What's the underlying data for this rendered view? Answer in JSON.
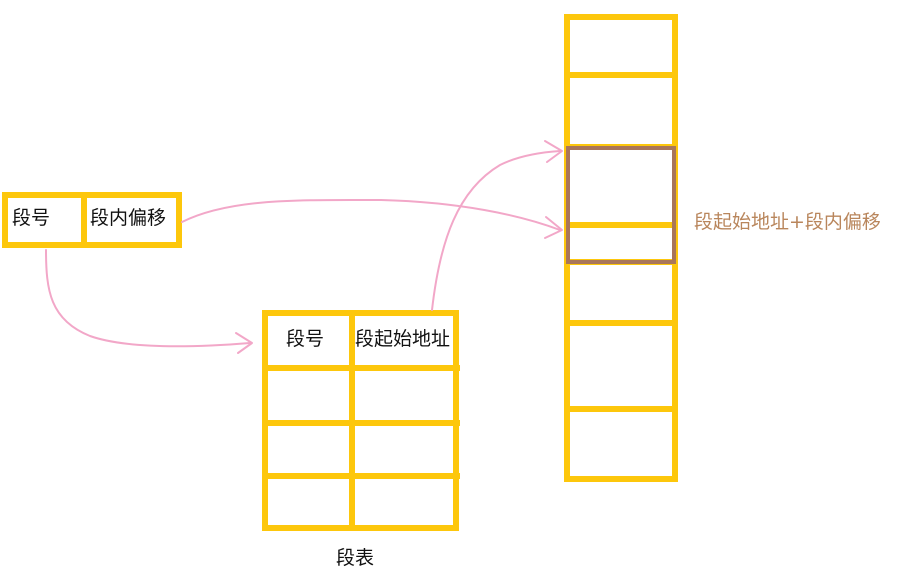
{
  "address": {
    "segment_no": "段号",
    "offset": "段内偏移"
  },
  "segment_table": {
    "header_segment_no": "段号",
    "header_base": "段起始地址",
    "caption": "段表"
  },
  "memory": {
    "result_label": "段起始地址+段内偏移"
  },
  "colors": {
    "box": "#fdc70c",
    "highlight": "#a9765a",
    "arrow": "#f2a7c8",
    "result_text": "#b9865c"
  }
}
